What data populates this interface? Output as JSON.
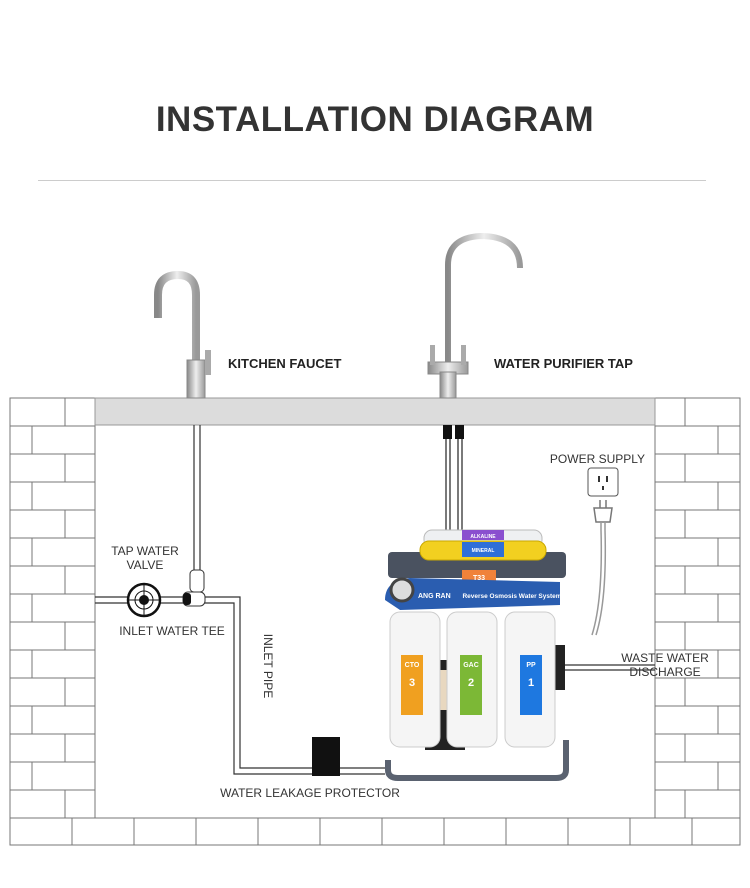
{
  "title": "INSTALLATION DIAGRAM",
  "labels": {
    "kitchen_faucet": "KITCHEN FAUCET",
    "water_purifier_tap": "WATER PURIFIER TAP",
    "power_supply": "POWER SUPPLY",
    "tap_water_valve_1": "TAP WATER",
    "tap_water_valve_2": "VALVE",
    "inlet_water_tee": "INLET WATER TEE",
    "inlet_pipe": "INLET PIPE",
    "waste_water_1": "WASTE WATER",
    "waste_water_2": "DISCHARGE",
    "water_leakage_protector": "WATER LEAKAGE PROTECTOR"
  },
  "purifier": {
    "brand": "ANG RAN",
    "banner": "Reverse Osmosis Water System",
    "top_filters": [
      "ALKALINE",
      "MINERAL",
      "T33"
    ],
    "stages": [
      {
        "name": "CTO",
        "number": "3",
        "color": "#f0a020"
      },
      {
        "name": "GAC",
        "number": "2",
        "color": "#7cb836"
      },
      {
        "name": "PP",
        "number": "1",
        "color": "#1e78e0"
      }
    ]
  },
  "colors": {
    "brick_line": "#777777",
    "counter": "#d8d8d8",
    "title": "#333333"
  }
}
